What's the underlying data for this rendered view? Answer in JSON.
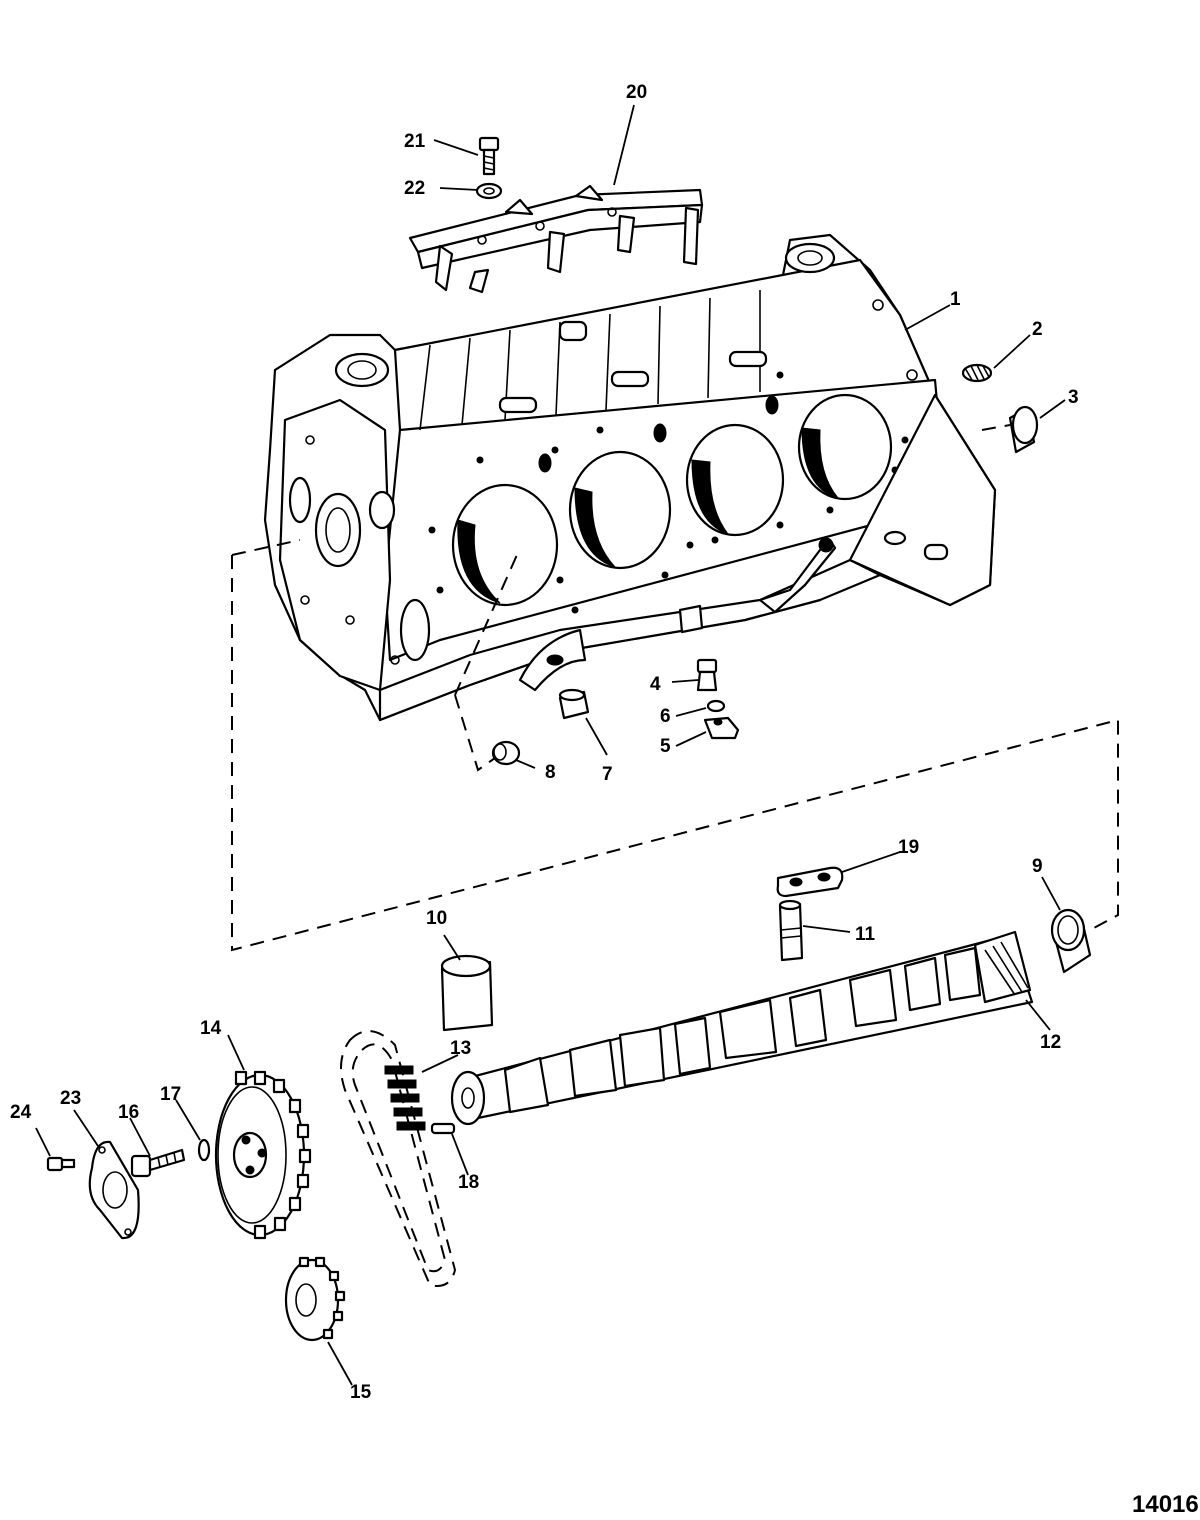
{
  "figure_id": "14016",
  "colors": {
    "line": "#000000",
    "background": "#ffffff"
  },
  "callouts": [
    {
      "number": "1",
      "part": "cylinder-block"
    },
    {
      "number": "2",
      "part": "plug"
    },
    {
      "number": "3",
      "part": "plug"
    },
    {
      "number": "4",
      "part": "fitting"
    },
    {
      "number": "5",
      "part": "drain-valve"
    },
    {
      "number": "6",
      "part": "seal-ring"
    },
    {
      "number": "7",
      "part": "bushing"
    },
    {
      "number": "8",
      "part": "plug"
    },
    {
      "number": "9",
      "part": "cam-bearing"
    },
    {
      "number": "10",
      "part": "cam-bearing"
    },
    {
      "number": "11",
      "part": "valve-lifter"
    },
    {
      "number": "12",
      "part": "camshaft"
    },
    {
      "number": "13",
      "part": "timing-chain"
    },
    {
      "number": "14",
      "part": "camshaft-sprocket"
    },
    {
      "number": "15",
      "part": "crankshaft-sprocket"
    },
    {
      "number": "16",
      "part": "screw"
    },
    {
      "number": "17",
      "part": "washer"
    },
    {
      "number": "18",
      "part": "dowel-pin"
    },
    {
      "number": "19",
      "part": "lifter-guide"
    },
    {
      "number": "20",
      "part": "lifter-retainer"
    },
    {
      "number": "21",
      "part": "screw"
    },
    {
      "number": "22",
      "part": "washer"
    },
    {
      "number": "23",
      "part": "thrust-plate"
    },
    {
      "number": "24",
      "part": "screw"
    }
  ]
}
